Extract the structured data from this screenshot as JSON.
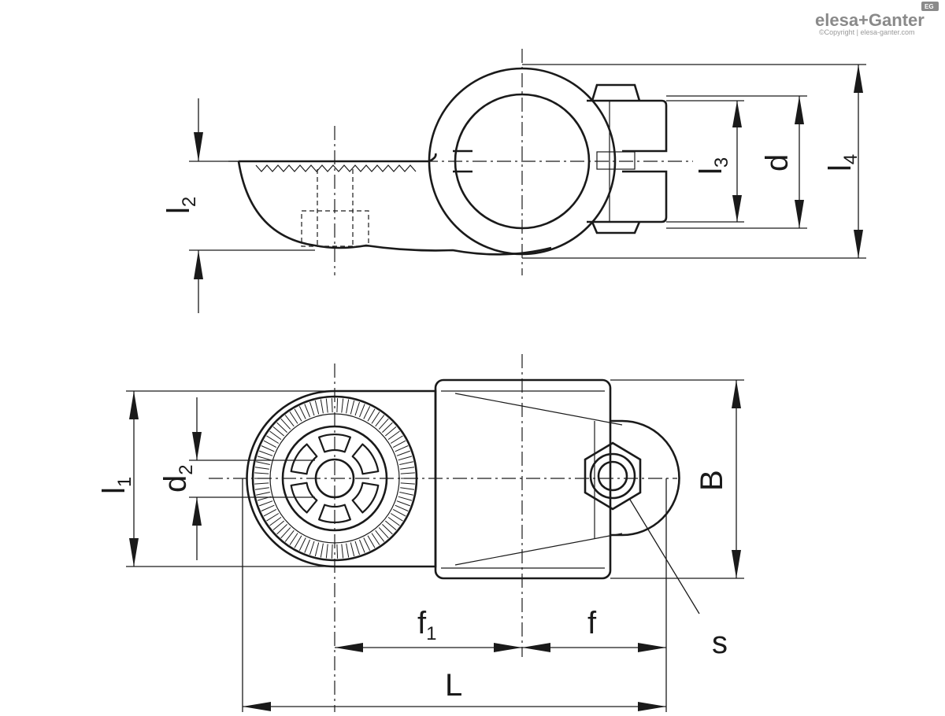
{
  "logo": {
    "brand": "elesa+Ganter",
    "copyright": "©Copyright | elesa-ganter.com",
    "badge": "EG"
  },
  "colors": {
    "line": "#1a1a1a",
    "logo": "#8a8a8a",
    "background": "#ffffff"
  },
  "top_view": {
    "labels": {
      "l2": {
        "main": "l",
        "sub": "2"
      },
      "l3": {
        "main": "l",
        "sub": "3"
      },
      "d": {
        "main": "d",
        "sub": ""
      },
      "l4": {
        "main": "l",
        "sub": "4"
      }
    }
  },
  "bottom_view": {
    "labels": {
      "l1": {
        "main": "l",
        "sub": "1"
      },
      "d2": {
        "main": "d",
        "sub": "2"
      },
      "B": {
        "main": "B",
        "sub": ""
      },
      "f1": {
        "main": "f",
        "sub": "1"
      },
      "f": {
        "main": "f",
        "sub": ""
      },
      "s": {
        "main": "s",
        "sub": ""
      },
      "L": {
        "main": "L",
        "sub": ""
      }
    }
  }
}
